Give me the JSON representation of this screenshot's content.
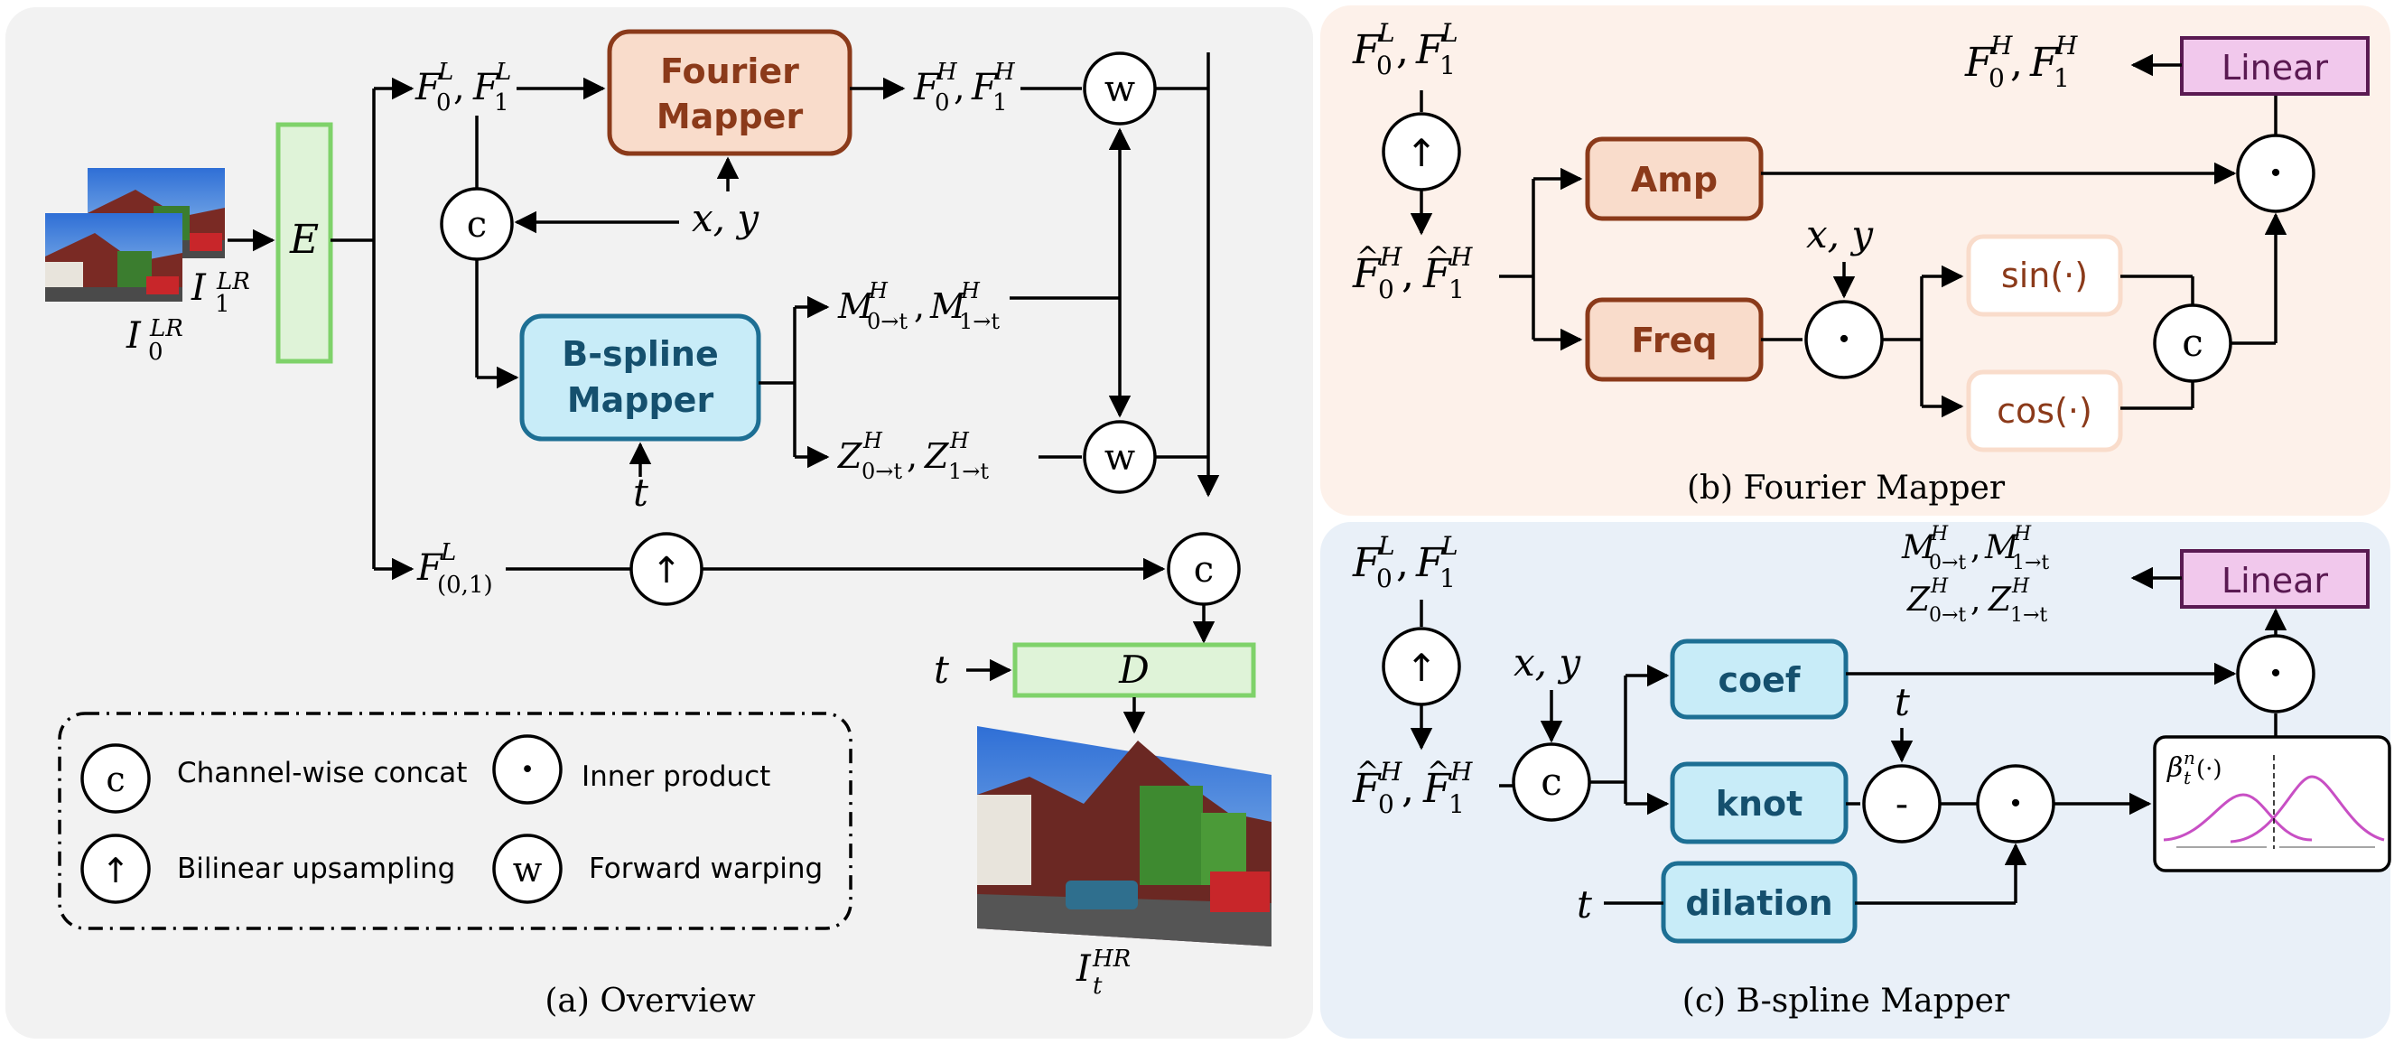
{
  "panels": {
    "overview": {
      "caption": "(a) Overview"
    },
    "fourier": {
      "caption": "(b) Fourier Mapper"
    },
    "bspline": {
      "caption": "(c) B-spline Mapper"
    }
  },
  "overview": {
    "encoder": "E",
    "decoder": "D",
    "fourier_mapper": [
      "Fourier",
      "Mapper"
    ],
    "bspline_mapper": [
      "B-spline",
      "Mapper"
    ],
    "img0": "I",
    "img0_sup": "LR",
    "img0_sub": "0",
    "img1": "I",
    "img1_sup": "LR",
    "img1_sub": "1",
    "out": "I",
    "out_sup": "HR",
    "out_sub": "t",
    "F_in": {
      "a": "F",
      "a_sup": "L",
      "a_sub": "0",
      "b": "F",
      "b_sup": "L",
      "b_sub": "1"
    },
    "F_out": {
      "a": "F",
      "a_sup": "H",
      "a_sub": "0",
      "b": "F",
      "b_sup": "H",
      "b_sub": "1"
    },
    "F01": {
      "a": "F",
      "a_sup": "L",
      "a_sub": "(0,1)"
    },
    "xy": "x, y",
    "t": "t",
    "M": {
      "a": "M",
      "a_sup": "H",
      "a_sub": "0→t",
      "b": "M",
      "b_sup": "H",
      "b_sub": "1→t"
    },
    "Z": {
      "a": "Z",
      "a_sup": "H",
      "a_sub": "0→t",
      "b": "Z",
      "b_sup": "H",
      "b_sub": "1→t"
    }
  },
  "nodes": {
    "concat": "c",
    "up": "↑",
    "warp": "w",
    "dot": "·",
    "minus": "-"
  },
  "legend": {
    "concat": "Channel-wise concat",
    "inner": "Inner product",
    "up": "Bilinear upsampling",
    "warp": "Forward warping"
  },
  "fourier": {
    "amp": "Amp",
    "freq": "Freq",
    "sin": "sin(·)",
    "cos": "cos(·)",
    "linear": "Linear",
    "xy": "x, y"
  },
  "bspline": {
    "coef": "coef",
    "knot": "knot",
    "dilation": "dilation",
    "linear": "Linear",
    "xy": "x, y",
    "t": "t",
    "beta": "β",
    "beta_sup": "n",
    "beta_sub": "t",
    "beta_arg": "(·)"
  },
  "colors": {
    "panel_a_bg": "#f2f2f2",
    "panel_b_bg": "#fdf1ea",
    "panel_c_bg": "#e9f0f8",
    "fourier_fill": "#f9dccb",
    "fourier_stroke": "#8b3a1a",
    "fourier_text": "#8b3a1a",
    "bspline_fill": "#c8ecf8",
    "bspline_stroke": "#1d6f94",
    "bspline_text": "#15506e",
    "green_fill": "#dff3d8",
    "green_stroke": "#7fd26a",
    "linear_fill": "#f1c8ec",
    "linear_stroke": "#5a1a52",
    "linear_text": "#5a1a52",
    "curve": "#c84fc4"
  }
}
